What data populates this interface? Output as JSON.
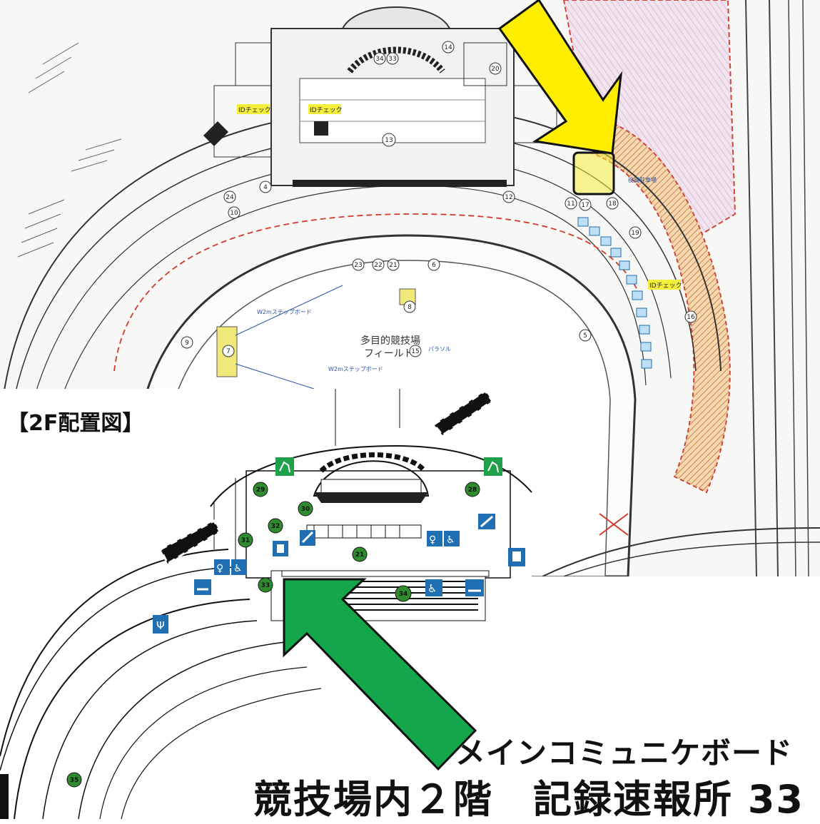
{
  "upper_map": {
    "labels": {
      "id_check": "IDチェック",
      "field_line1": "多目的競技場",
      "field_line2": "フィールド",
      "w2_step_board": "W2mステップボード",
      "parasol": "パラソル",
      "parking": "役員駐車場"
    },
    "numbers": [
      "34",
      "33",
      "14",
      "20",
      "13",
      "12",
      "24",
      "4",
      "10",
      "23",
      "22",
      "21",
      "6",
      "8",
      "9",
      "7",
      "15",
      "19",
      "18",
      "11",
      "17",
      "16",
      "5"
    ]
  },
  "lower_map": {
    "title": "【2F配置図】",
    "numbers": [
      "29",
      "28",
      "30",
      "32",
      "31",
      "21",
      "33",
      "34",
      "35"
    ],
    "restroom_label": "トイレ",
    "food_label": "飲食"
  },
  "captions": {
    "line1": "メインコミュニケボード",
    "line2": "競技場内２階　記録速報所 33"
  },
  "colors": {
    "yellow_arrow": "#ffee00",
    "green_arrow": "#13a64a",
    "marker_green": "#2e8b2e",
    "sign_blue": "#1f6fb2",
    "id_tag": "#f4ef3a",
    "track_red": "#d13b2c",
    "parking_hatch": "#d69b5e"
  },
  "icons": [
    "yellow-arrow-icon",
    "green-arrow-icon",
    "emergency-exit-icon",
    "restroom-icon",
    "wheelchair-icon",
    "smoking-icon",
    "restaurant-icon",
    "escalator-icon",
    "elevator-icon"
  ]
}
